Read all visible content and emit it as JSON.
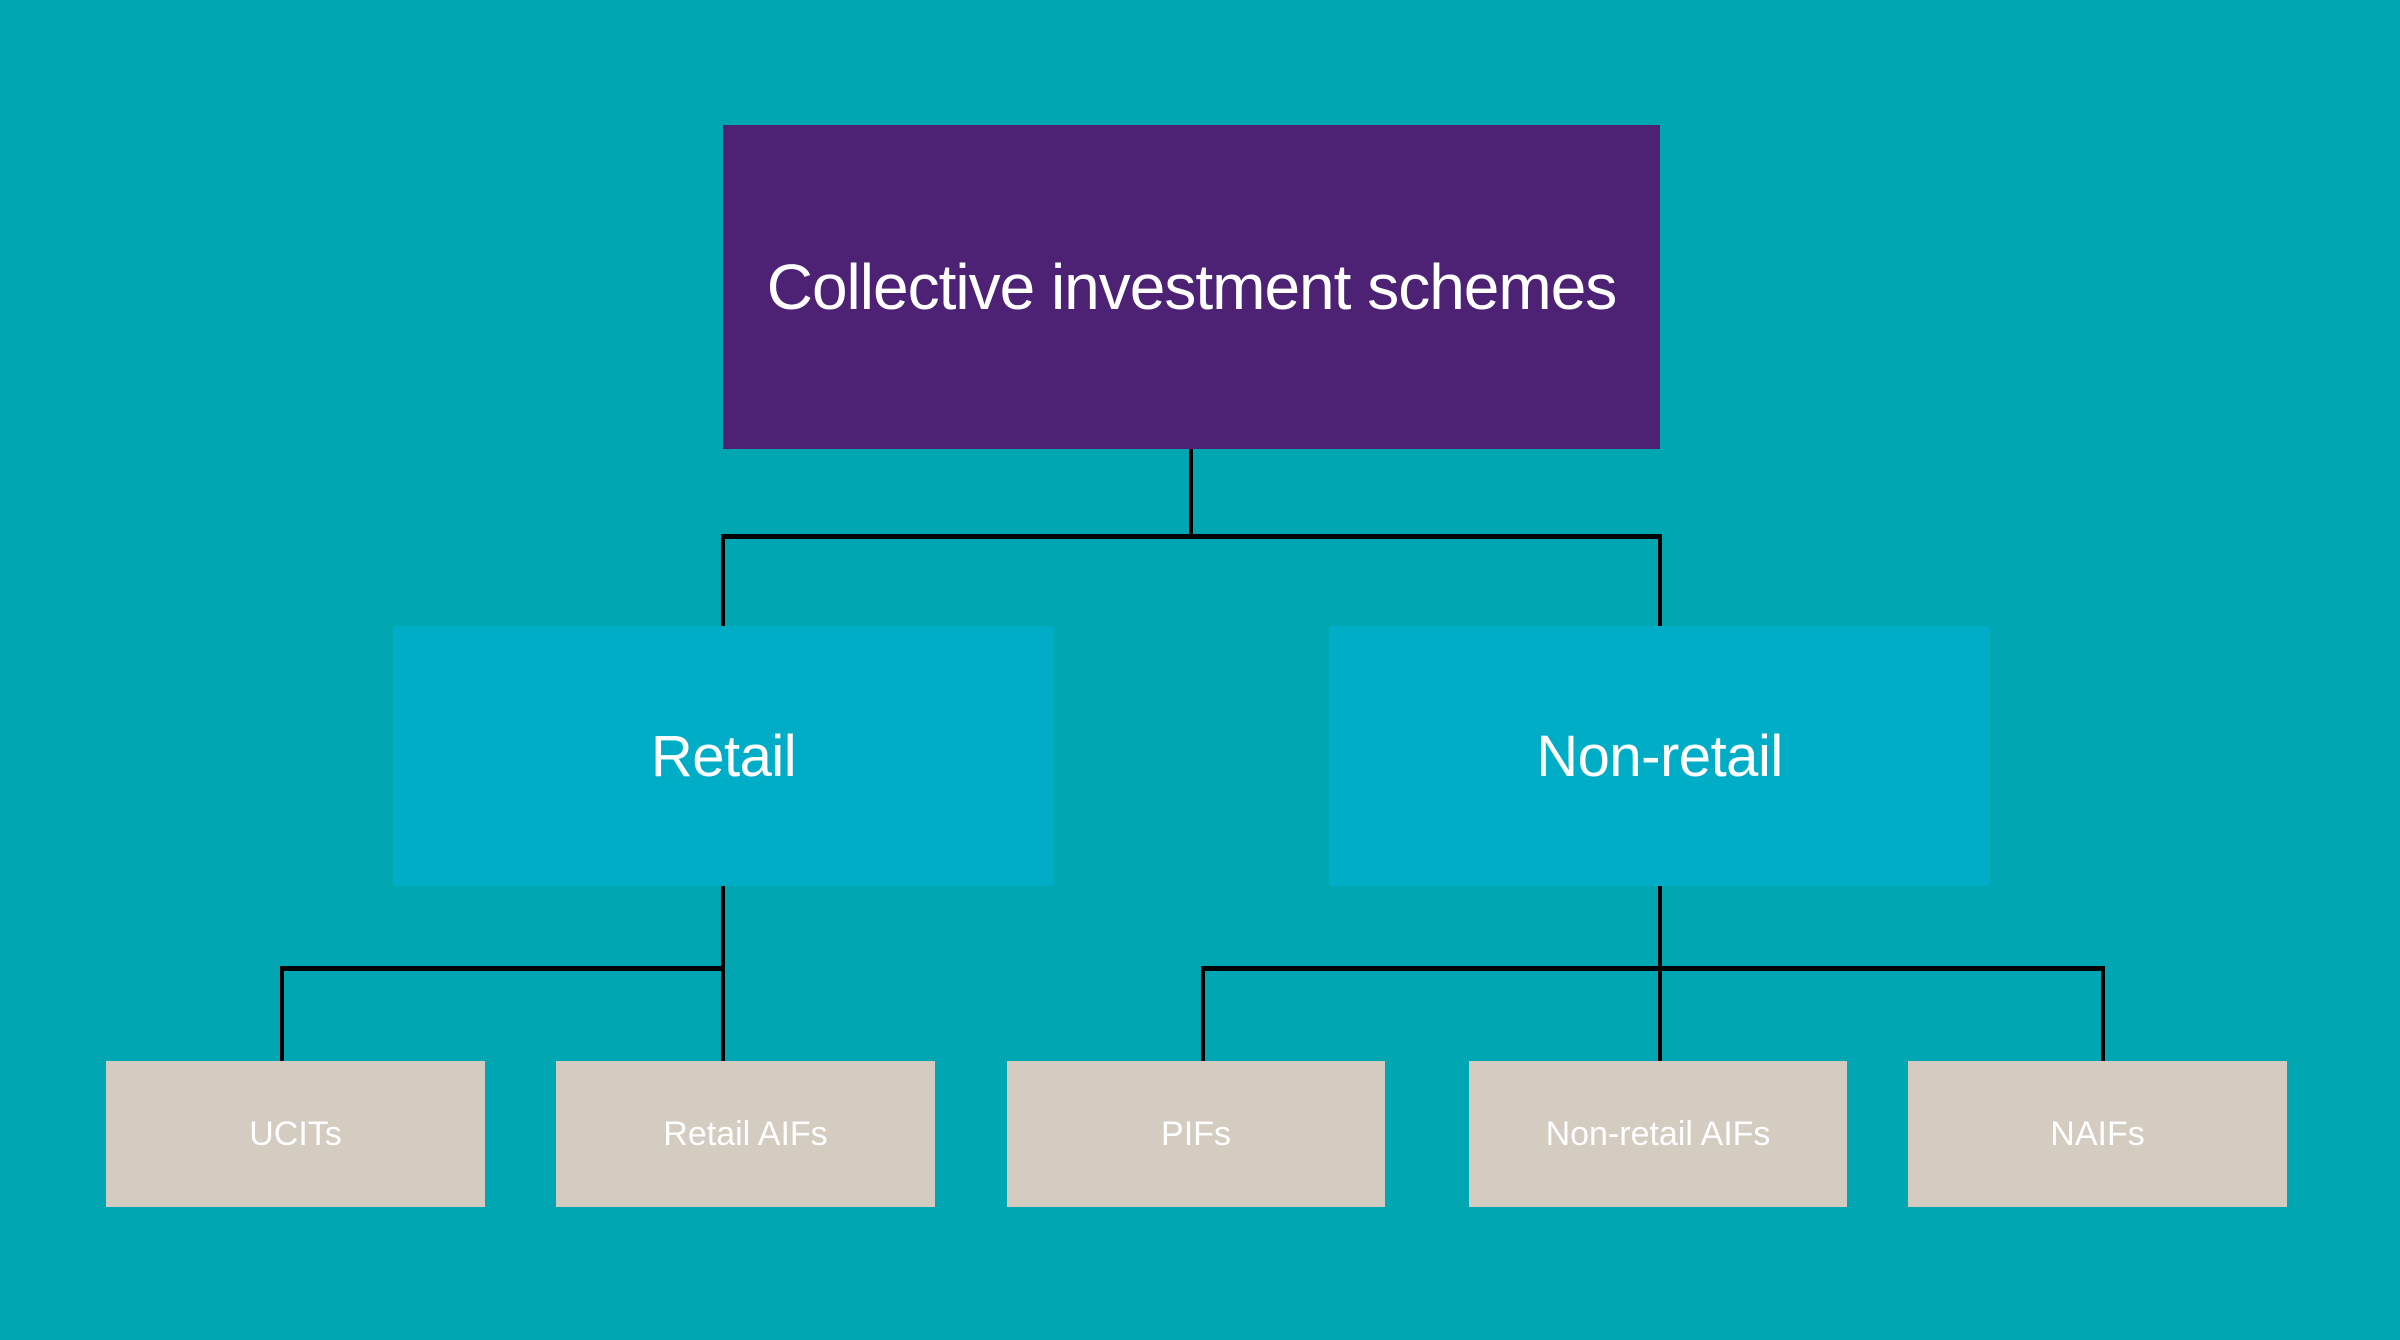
{
  "colors": {
    "background": "#00A7B2",
    "root_box": "#4D2173",
    "branch_box": "#00ADC7",
    "leaf_box": "#D4CBC1",
    "connector": "#000000",
    "label_text": "#FFFFFF"
  },
  "diagram": {
    "type": "org-chart-tree",
    "root": {
      "label": "Collective investment schemes"
    },
    "branches": [
      {
        "label": "Retail",
        "children": [
          {
            "label": "UCITs"
          },
          {
            "label": "Retail AIFs"
          }
        ]
      },
      {
        "label": "Non-retail",
        "children": [
          {
            "label": "PIFs"
          },
          {
            "label": "Non-retail AIFs"
          },
          {
            "label": "NAIFs"
          }
        ]
      }
    ]
  }
}
